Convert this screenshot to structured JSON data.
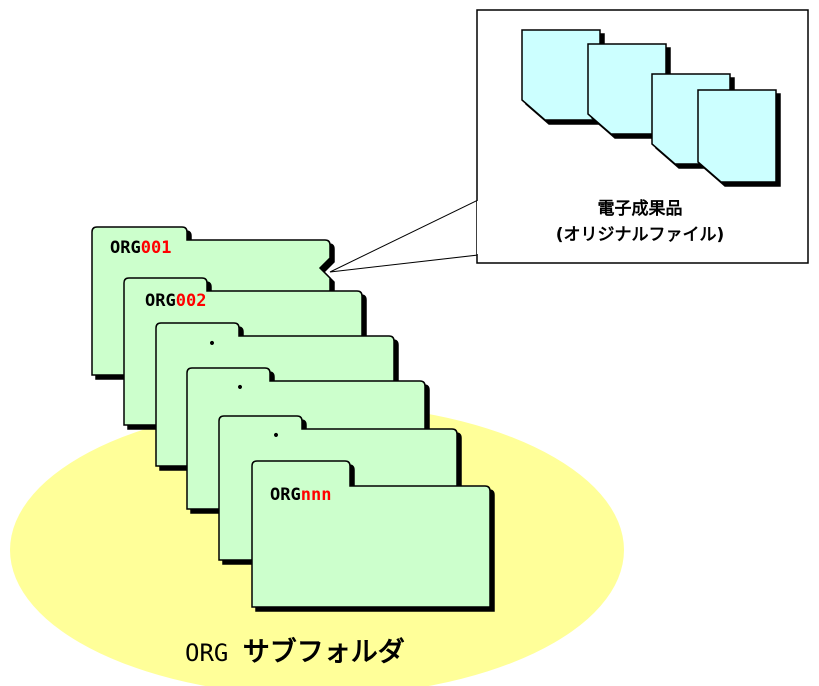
{
  "colors": {
    "folder_fill": "#ccffcc",
    "doc_fill": "#ccffff",
    "ellipse_fill": "#ffff99",
    "number_red": "#ff0000",
    "outline": "#000000"
  },
  "folders": [
    {
      "prefix": "ORG",
      "suffix": "001"
    },
    {
      "prefix": "ORG",
      "suffix": "002"
    },
    {
      "dot": "•"
    },
    {
      "dot": "•"
    },
    {
      "dot": "•"
    },
    {
      "prefix": "ORG",
      "suffix": "nnn"
    }
  ],
  "ellipse_label": {
    "prefix": "ORG ",
    "text": "サブフォルダ"
  },
  "callout": {
    "title": "電子成果品",
    "subtitle": "(オリジナルファイル)"
  }
}
